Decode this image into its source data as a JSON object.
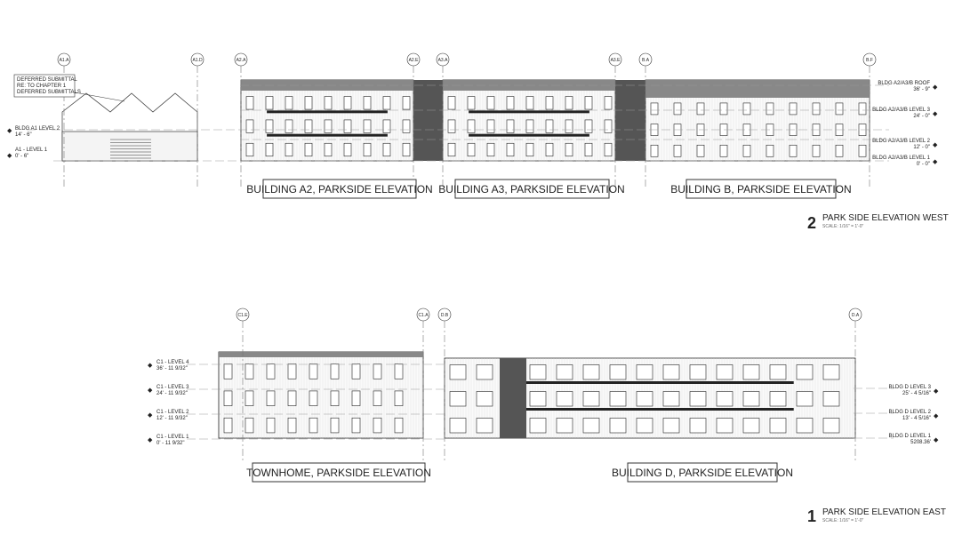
{
  "upper": {
    "grids": [
      "A1.A",
      "A1.D",
      "A2.A",
      "A2.E",
      "A3.A",
      "A3.E",
      "B.A",
      "B.F"
    ],
    "note": [
      "DEFERRED SUBMITTAL",
      "RE: TO CHAPTER 1",
      "DEFERRED SUBMITTALS"
    ],
    "left_levels": [
      {
        "name": "BLDG A1 LEVEL 2",
        "elev": "14' - 6\""
      },
      {
        "name": "A1 - LEVEL 1",
        "elev": "0' - 6\""
      }
    ],
    "right_levels": [
      {
        "name": "BLDG A2/A3/B ROOF",
        "elev": "36' - 9\""
      },
      {
        "name": "BLDG A2/A3/B LEVEL 3",
        "elev": "24' - 0\""
      },
      {
        "name": "BLDG A2/A3/B LEVEL 2",
        "elev": "12' - 0\""
      },
      {
        "name": "BLDG A2/A3/B LEVEL 1",
        "elev": "0' - 0\""
      }
    ],
    "labels": [
      "BUILDING A2, PARKSIDE ELEVATION",
      "BUILDING A3, PARKSIDE ELEVATION",
      "BUILDING B, PARKSIDE ELEVATION"
    ],
    "view_number": "2",
    "view_title": "PARK SIDE ELEVATION WEST",
    "scale": "SCALE: 1/16\" = 1'-0\""
  },
  "lower": {
    "grids": [
      "C1.E",
      "C1.A",
      "D.B",
      "D.A"
    ],
    "left_levels": [
      {
        "name": "C1 - LEVEL 4",
        "elev": "36' - 11 9/32\""
      },
      {
        "name": "C1 - LEVEL 3",
        "elev": "24' - 11 9/32\""
      },
      {
        "name": "C1 - LEVEL 2",
        "elev": "12' - 11 9/32\""
      },
      {
        "name": "C1 - LEVEL 1",
        "elev": "0' - 11 9/32\""
      }
    ],
    "right_levels": [
      {
        "name": "BLDG D LEVEL 3",
        "elev": "25' - 4 5/16\""
      },
      {
        "name": "BLDG D LEVEL 2",
        "elev": "13' - 4 5/16\""
      },
      {
        "name": "BLDG D LEVEL 1",
        "elev": "5208.36'"
      }
    ],
    "labels": [
      "TOWNHOME, PARKSIDE ELEVATION",
      "BUILDING D, PARKSIDE ELEVATION"
    ],
    "view_number": "1",
    "view_title": "PARK SIDE ELEVATION EAST",
    "scale": "SCALE: 1/16\" = 1'-0\""
  }
}
